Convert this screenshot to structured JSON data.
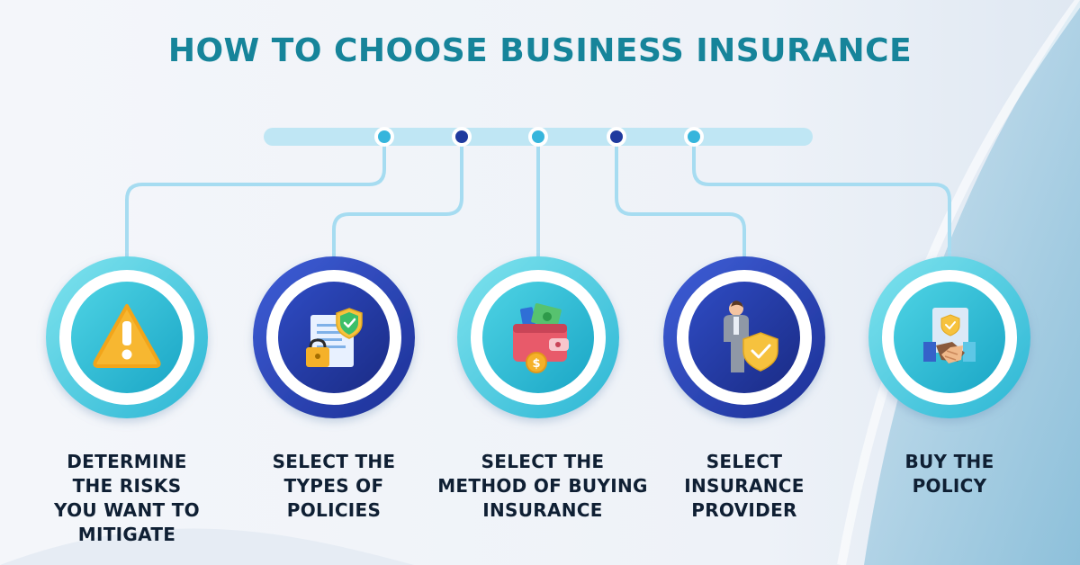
{
  "title": "HOW TO CHOOSE BUSINESS INSURANCE",
  "colors": {
    "title": "#16849a",
    "track": "#bfe6f4",
    "connector": "#9fdaf0",
    "light_ring": "#4fd0e2",
    "dark_ring": "#2841b8",
    "light_dot": "#36b5dc",
    "dark_dot": "#1f3a9e",
    "label": "#0f1f33"
  },
  "steps": [
    {
      "label": "DETERMINE\nTHE RISKS\nYOU WANT TO\nMITIGATE",
      "icon": "warning-icon",
      "ring": "light"
    },
    {
      "label": "SELECT THE\nTYPES OF\nPOLICIES",
      "icon": "policy-document-lock-icon",
      "ring": "dark"
    },
    {
      "label": "SELECT THE\nMETHOD OF BUYING\nINSURANCE",
      "icon": "wallet-money-icon",
      "ring": "light"
    },
    {
      "label": "SELECT\nINSURANCE\nPROVIDER",
      "icon": "agent-shield-icon",
      "ring": "dark"
    },
    {
      "label": "BUY THE\nPOLICY",
      "icon": "handshake-icon",
      "ring": "light"
    }
  ]
}
